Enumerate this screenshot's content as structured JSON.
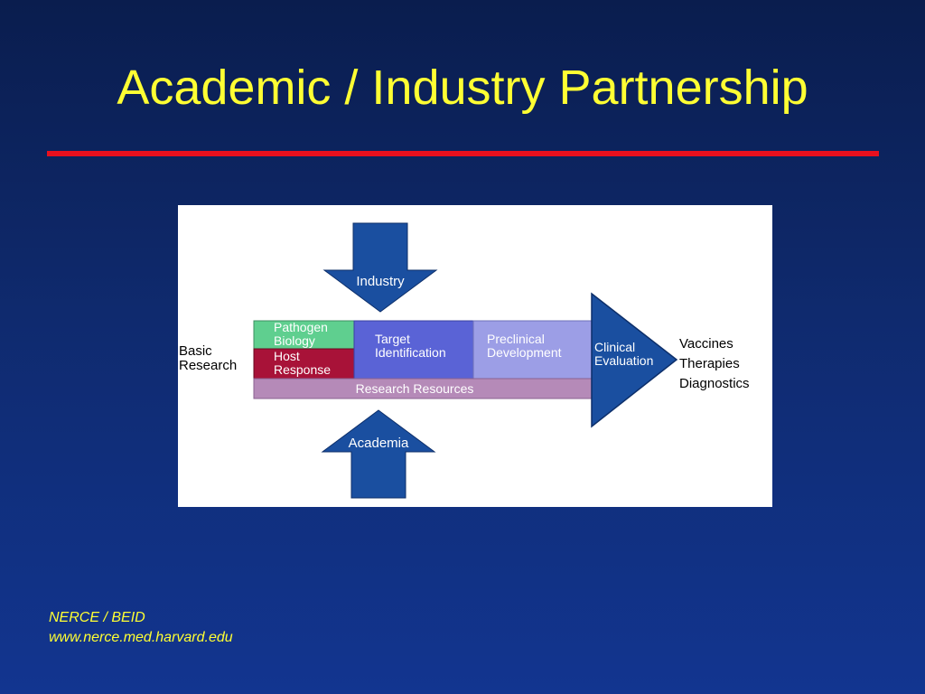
{
  "slide": {
    "title": "Academic / Industry Partnership",
    "footer_line1": "NERCE / BEID",
    "footer_line2": "www.nerce.med.harvard.edu"
  },
  "diagram": {
    "industry_label": "Industry",
    "academia_label": "Academia",
    "basic_research": [
      "Basic",
      "Research"
    ],
    "pathogen_biology": [
      "Pathogen",
      "Biology"
    ],
    "host_response": [
      "Host",
      "Response"
    ],
    "target_identification": [
      "Target",
      "Identification"
    ],
    "preclinical_development": [
      "Preclinical",
      "Development"
    ],
    "clinical_evaluation": [
      "Clinical",
      "Evaluation"
    ],
    "research_resources": "Research Resources",
    "outputs": [
      "Vaccines",
      "Therapies",
      "Diagnostics"
    ],
    "colors": {
      "arrow_blue": "#1a4fa0",
      "pathogen_green": "#5fcf8f",
      "host_red": "#a81238",
      "target_blue": "#5a63d6",
      "preclinical_lavender": "#9c9ee6",
      "resources_purple": "#b58ab8",
      "background": "#0f2a6e",
      "title_yellow": "#ffff33",
      "rule_red": "#e8101e"
    }
  }
}
